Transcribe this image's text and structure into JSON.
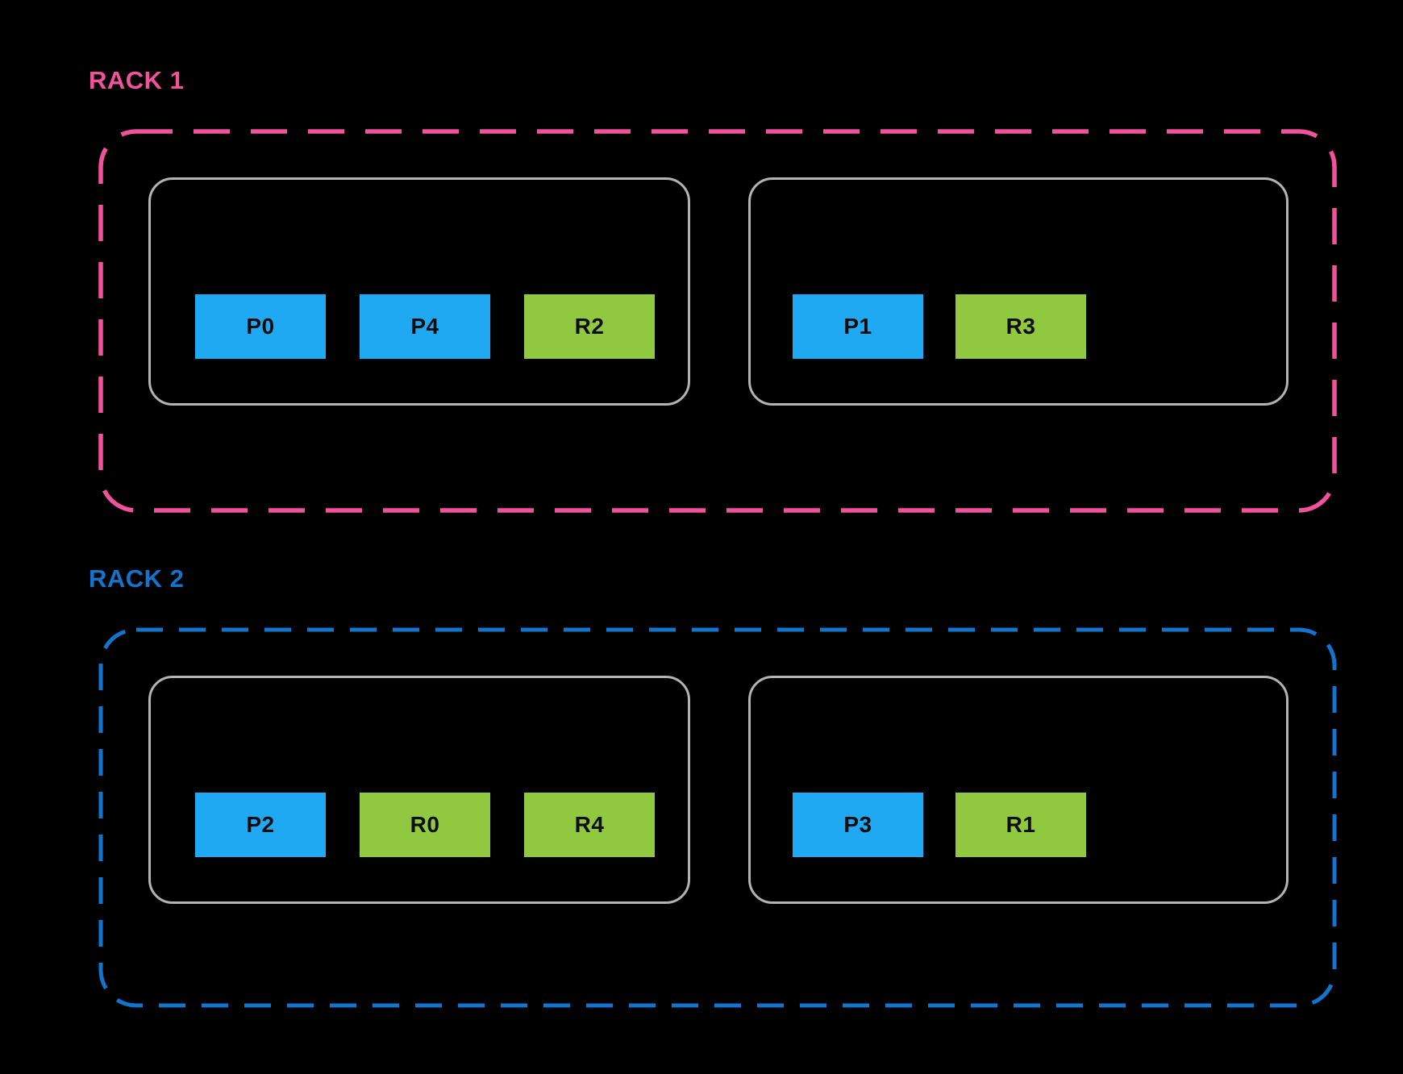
{
  "colors": {
    "background": "#000000",
    "rack1_accent": "#F1529C",
    "rack2_accent": "#1274CC",
    "partition_fill": "#1FA9F2",
    "replica_fill": "#90C93F",
    "node_border": "#B3B3B3",
    "chip_text": "#0D0D0D"
  },
  "racks": [
    {
      "label": "RACK 1",
      "nodes": [
        {
          "chips": [
            {
              "label": "P0",
              "type": "partition"
            },
            {
              "label": "P4",
              "type": "partition"
            },
            {
              "label": "R2",
              "type": "replica"
            }
          ]
        },
        {
          "chips": [
            {
              "label": "P1",
              "type": "partition"
            },
            {
              "label": "R3",
              "type": "replica"
            }
          ]
        }
      ]
    },
    {
      "label": "RACK 2",
      "nodes": [
        {
          "chips": [
            {
              "label": "P2",
              "type": "partition"
            },
            {
              "label": "R0",
              "type": "replica"
            },
            {
              "label": "R4",
              "type": "replica"
            }
          ]
        },
        {
          "chips": [
            {
              "label": "P3",
              "type": "partition"
            },
            {
              "label": "R1",
              "type": "replica"
            }
          ]
        }
      ]
    }
  ]
}
